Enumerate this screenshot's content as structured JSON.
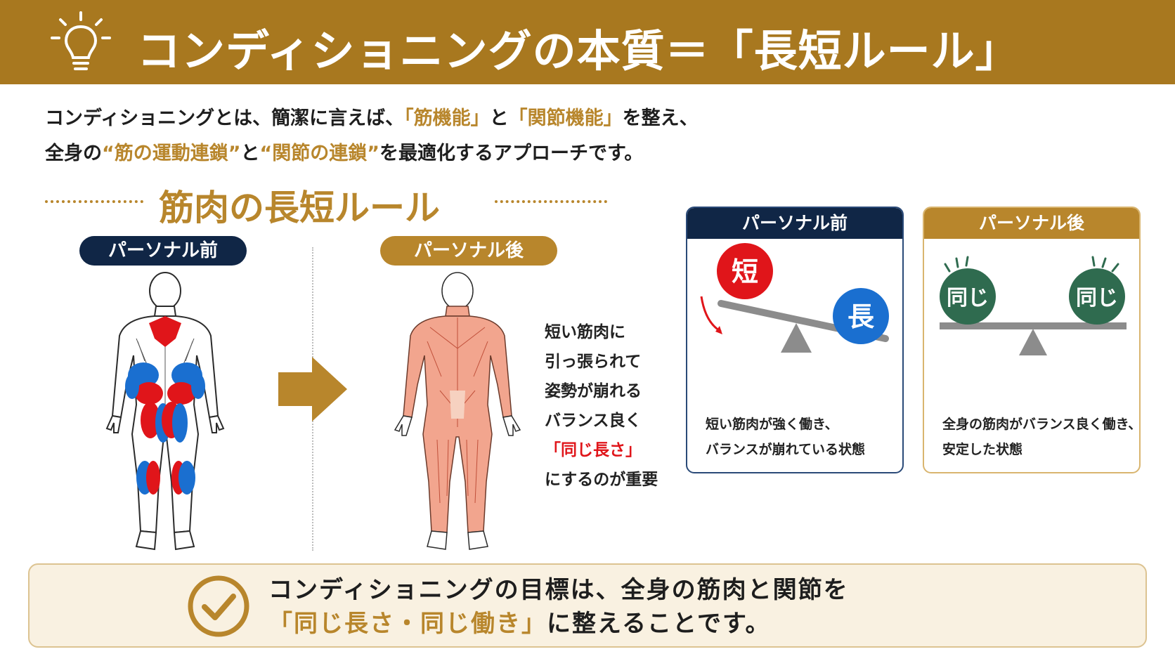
{
  "header": {
    "title": "コンディショニングの本質＝「長短ルール」",
    "icon": "lightbulb-icon"
  },
  "intro": {
    "line1_a": "コンディショニングとは、簡潔に言えば、",
    "line1_b": "「筋機能」",
    "line1_c": "と",
    "line1_d": "「関節機能」",
    "line1_e": "を整え、",
    "line2_a": "全身の",
    "line2_b": "“筋の運動連鎖”",
    "line2_c": "と",
    "line2_d": "“関節の連鎖”",
    "line2_e": "を最適化するアプローチです。"
  },
  "section": {
    "title": "筋肉の長短ルール"
  },
  "comparison": {
    "before_label": "パーソナル前",
    "after_label": "パーソナル後"
  },
  "note": {
    "line1": "短い筋肉に",
    "line2": "引っ張られて",
    "line3": "姿勢が崩れる",
    "line4": "バランス良く",
    "line5": "「同じ長さ」",
    "line6": "にするのが重要"
  },
  "cards": {
    "before": {
      "title": "パーソナル前",
      "short_label": "短",
      "long_label": "長",
      "desc_line1": "短い筋肉が強く働き、",
      "desc_line2": "バランスが崩れている状態"
    },
    "after": {
      "title": "パーソナル後",
      "left_label": "同じ",
      "right_label": "同じ",
      "desc_line1": "全身の筋肉がバランス良く働き、",
      "desc_line2": "安定した状態"
    }
  },
  "goal": {
    "line1": "コンディショニングの目標は、全身の筋肉と関節を",
    "line2_a": "「同じ長さ・同じ働き」",
    "line2_b": "に整えることです。"
  },
  "colors": {
    "gold": "#b8862c",
    "header_gold": "#a8781f",
    "navy": "#102646",
    "short_red": "#e0151a",
    "long_blue": "#1a6fd0",
    "same_green": "#2f6b4f",
    "beam_gray": "#8c8c8c"
  }
}
